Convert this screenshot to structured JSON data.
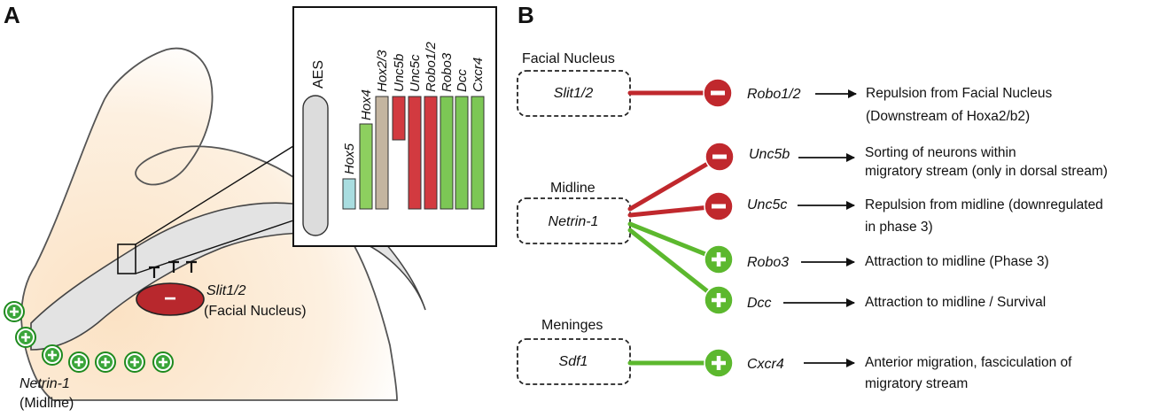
{
  "panel_a": {
    "letter": "A",
    "inset": {
      "aes_label": "AES",
      "bars": [
        {
          "label": "Hox5",
          "color": "#a9dde0"
        },
        {
          "label": "Hox4",
          "color": "#8dcf5f"
        },
        {
          "label": "Hox2/3",
          "color": "#c4b5a0"
        },
        {
          "label": "Unc5b",
          "color": "#d23a40"
        },
        {
          "label": "Unc5c",
          "color": "#d23a40"
        },
        {
          "label": "Robo1/2",
          "color": "#d23a40"
        },
        {
          "label": "Robo3",
          "color": "#7cc755"
        },
        {
          "label": "Dcc",
          "color": "#7cc755"
        },
        {
          "label": "Cxcr4",
          "color": "#7cc755"
        }
      ]
    },
    "facial_nucleus": {
      "gene": "Slit1/2",
      "label": "(Facial Nucleus)",
      "symbol": "−"
    },
    "midline": {
      "gene": "Netrin-1",
      "label": "(Midline)",
      "symbol": "+"
    }
  },
  "panel_b": {
    "letter": "B",
    "sources": [
      {
        "region": "Facial Nucleus",
        "gene": "Slit1/2"
      },
      {
        "region": "Midline",
        "gene": "Netrin-1"
      },
      {
        "region": "Meninges",
        "gene": "Sdf1"
      }
    ],
    "receptors": [
      {
        "symbol": "−",
        "gene": "Robo1/2",
        "effect_lines": [
          "Repulsion from Facial Nucleus",
          "(Downstream of Hoxa2/b2)"
        ]
      },
      {
        "symbol": "−",
        "gene": "Unc5b",
        "effect_lines": [
          "Sorting of neurons within",
          "migratory stream (only in dorsal stream)"
        ]
      },
      {
        "symbol": "−",
        "gene": "Unc5c",
        "effect_lines": [
          "Repulsion from midline (downregulated",
          "in phase 3)"
        ]
      },
      {
        "symbol": "+",
        "gene": "Robo3",
        "effect_lines": [
          "Attraction to midline (Phase 3)"
        ]
      },
      {
        "symbol": "+",
        "gene": "Dcc",
        "effect_lines": [
          "Attraction to midline / Survival"
        ]
      },
      {
        "symbol": "+",
        "gene": "Cxcr4",
        "effect_lines": [
          "Anterior migration, fasciculation of",
          "migratory stream"
        ]
      }
    ],
    "colors": {
      "repulsion": "#c0282d",
      "attraction": "#5cb82e"
    }
  }
}
